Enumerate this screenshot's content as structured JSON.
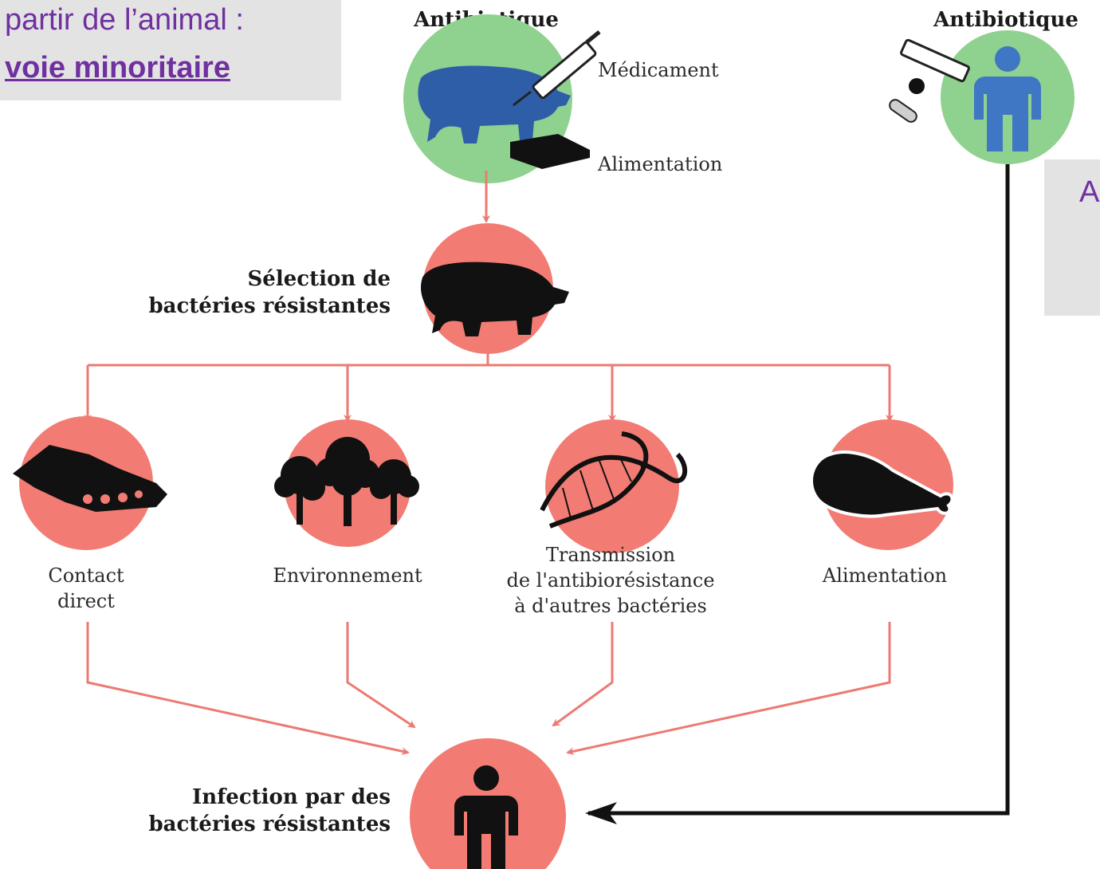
{
  "caption_left": {
    "line1": "partir de l’animal :",
    "line2": "voie minoritaire"
  },
  "caption_right": {
    "line1": "A"
  },
  "diagram": {
    "animal_source": {
      "title": "Antibiotique",
      "route_1": "Médicament",
      "route_2": "Alimentation"
    },
    "human_source": {
      "title": "Antibiotique"
    },
    "selection": {
      "line1": "Sélection de",
      "line2": "bactéries résistantes"
    },
    "pathways": {
      "contact": {
        "line1": "Contact",
        "line2": "direct"
      },
      "environment": {
        "line1": "Environnement"
      },
      "transmission": {
        "line1": "Transmission",
        "line2": "de l'antibiorésistance",
        "line3": "à d'autres bactéries"
      },
      "food": {
        "line1": "Alimentation"
      }
    },
    "infection": {
      "line1": "Infection par des",
      "line2": "bactéries résistantes"
    }
  },
  "colors": {
    "accent_text": "#7030a0",
    "caption_bg": "#e3e3e3",
    "green_circle": "#8fd18f",
    "red_circle": "#f27c73",
    "arrow_red": "#ec7a72",
    "arrow_black": "#111111",
    "animal_blue": "#2f5ea8",
    "human_blue": "#3f77c4"
  }
}
